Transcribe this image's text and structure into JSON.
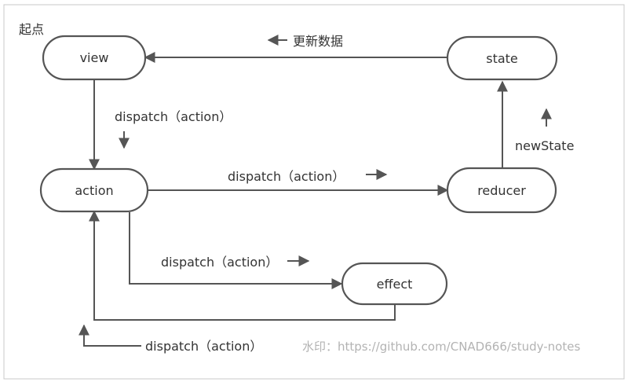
{
  "diagram": {
    "start_label": "起点",
    "nodes": {
      "view": "view",
      "state": "state",
      "action": "action",
      "reducer": "reducer",
      "effect": "effect"
    },
    "edge_labels": {
      "state_to_view": "更新数据",
      "view_to_action": "dispatch（action）",
      "action_to_reducer": "dispatch（action）",
      "reducer_to_state": "newState",
      "action_to_effect": "dispatch（action）",
      "effect_to_action": "dispatch（action）"
    },
    "watermark": "水印：https://github.com/CNAD666/study-notes"
  }
}
